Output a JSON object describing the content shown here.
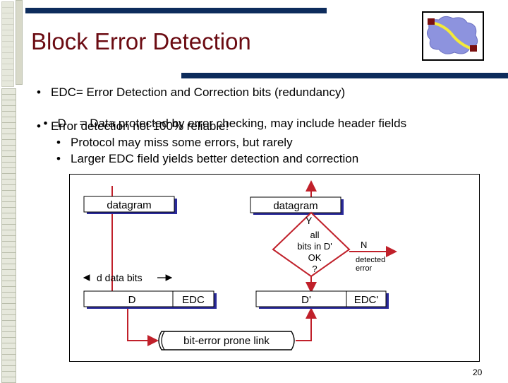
{
  "slide": {
    "title": "Block Error Detection",
    "page_number": "20"
  },
  "bullets": [
    {
      "marker": "•",
      "text": "EDC= Error Detection and Correction bits (redundancy)"
    },
    {
      "marker": "•",
      "text": "D    = Data protected by error checking, may include header fields"
    },
    {
      "marker": "•",
      "text": "Error detection not 100% reliable!"
    }
  ],
  "sub_bullets": [
    {
      "marker": "•",
      "text": "Protocol may miss some errors, but rarely"
    },
    {
      "marker": "•",
      "text": "Larger EDC field yields better detection and correction"
    }
  ],
  "diagram": {
    "sender_datagram": "datagram",
    "receiver_datagram": "datagram",
    "d_data_bits": "d data bits",
    "sender_d": "D",
    "sender_edc": "EDC",
    "receiver_d": "D'",
    "receiver_edc": "EDC'",
    "link": "bit-error prone link",
    "decision_yes": "Y",
    "decision_line1": "all",
    "decision_line2": "bits in D'",
    "decision_line3": "OK",
    "decision_line4": "?",
    "decision_no": "N",
    "detected_line1": "detected",
    "detected_line2": "error"
  },
  "colors": {
    "title": "#6b0b12",
    "rule": "#0d2c5c",
    "diagram_red": "#c0202a",
    "box_shadow_blue": "#2a2a9a"
  }
}
